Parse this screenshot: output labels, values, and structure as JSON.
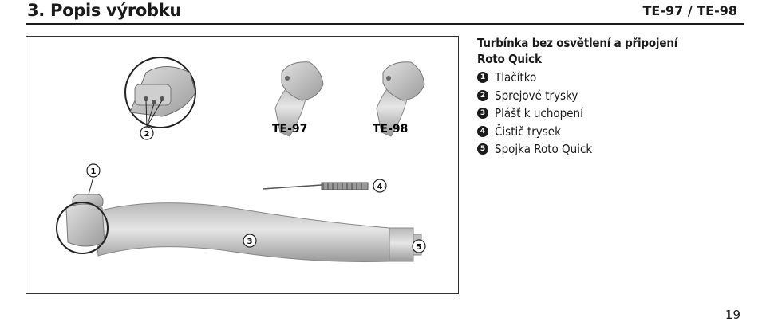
{
  "header": {
    "section_title": "3. Popis výrobku",
    "model": "TE-97 / TE-98"
  },
  "figure": {
    "model_labels": [
      "TE-97",
      "TE-98"
    ],
    "callouts": [
      "1",
      "2",
      "3",
      "4",
      "5"
    ]
  },
  "description": {
    "title_line1": "Turbínka bez osvětlení a připojení",
    "title_line2": "Roto Quick",
    "items": [
      {
        "number": "1",
        "label": "Tlačítko"
      },
      {
        "number": "2",
        "label": "Sprejové trysky"
      },
      {
        "number": "3",
        "label": "Plášť k uchopení"
      },
      {
        "number": "4",
        "label": "Čistič trysek"
      },
      {
        "number": "5",
        "label": "Spojka Roto Quick"
      }
    ]
  },
  "footer": {
    "page_number": "19"
  }
}
